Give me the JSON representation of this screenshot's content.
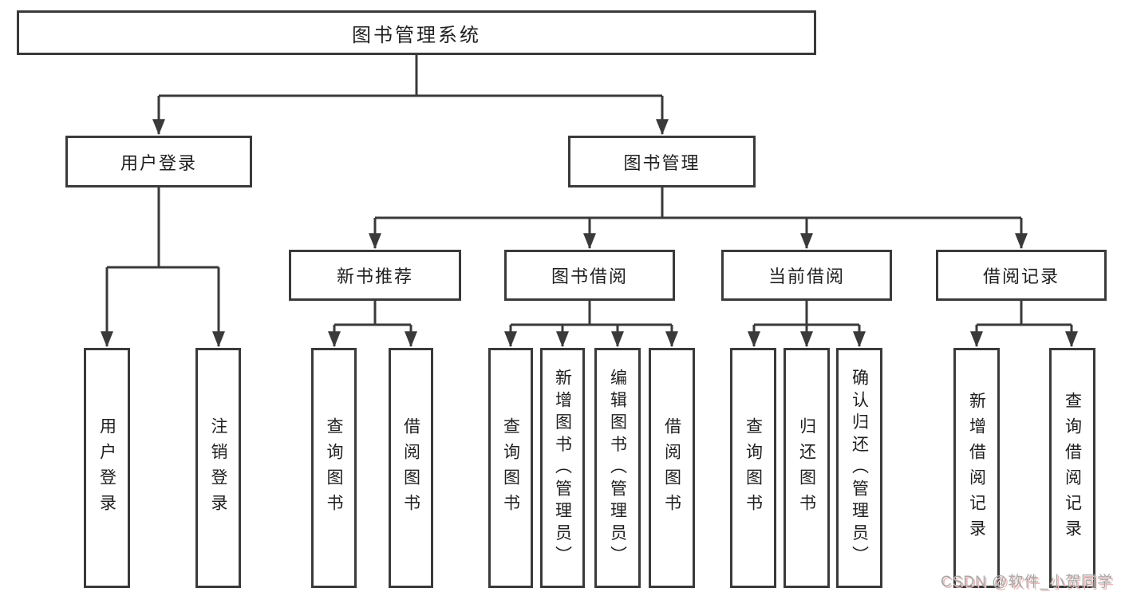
{
  "colors": {
    "line": "#3a3a3a",
    "text": "#1f1f1f",
    "background": "#ffffff",
    "watermark": "#a9a9a9",
    "watermark_shadow": "#e8baba"
  },
  "watermark": {
    "text": "CSDN @软件_小贺同学"
  },
  "tree": {
    "label": "图书管理系统",
    "children": [
      {
        "label": "用户登录",
        "children": [
          {
            "label": "用户登录"
          },
          {
            "label": "注销登录"
          }
        ]
      },
      {
        "label": "图书管理",
        "children": [
          {
            "label": "新书推荐",
            "children": [
              {
                "label": "查询图书"
              },
              {
                "label": "借阅图书"
              }
            ]
          },
          {
            "label": "图书借阅",
            "children": [
              {
                "label": "查询图书"
              },
              {
                "label": "新增图书（管理员）"
              },
              {
                "label": "编辑图书（管理员）"
              },
              {
                "label": "借阅图书"
              }
            ]
          },
          {
            "label": "当前借阅",
            "children": [
              {
                "label": "查询图书"
              },
              {
                "label": "归还图书"
              },
              {
                "label": "确认归还（管理员）"
              }
            ]
          },
          {
            "label": "借阅记录",
            "children": [
              {
                "label": "新增借阅记录"
              },
              {
                "label": "查询借阅记录"
              }
            ]
          }
        ]
      }
    ]
  }
}
